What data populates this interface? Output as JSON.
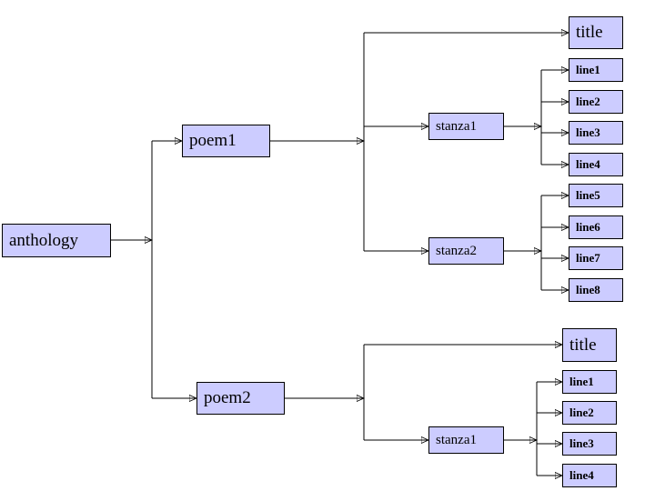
{
  "diagram": {
    "type": "tree",
    "description": "Document tree of an anthology with poems, stanzas and lines",
    "colors": {
      "background": "#ffffff",
      "node_fill": "#ccccff",
      "node_border": "#000000",
      "edge": "#000000"
    },
    "nodes": {
      "anthology": {
        "label": "anthology"
      },
      "poem1": {
        "label": "poem1"
      },
      "poem2": {
        "label": "poem2"
      },
      "p1_title": {
        "label": "title"
      },
      "p1_stanza1": {
        "label": "stanza1"
      },
      "p1_stanza2": {
        "label": "stanza2"
      },
      "p1s1_line1": {
        "label": "line1"
      },
      "p1s1_line2": {
        "label": "line2"
      },
      "p1s1_line3": {
        "label": "line3"
      },
      "p1s1_line4": {
        "label": "line4"
      },
      "p1s2_line5": {
        "label": "line5"
      },
      "p1s2_line6": {
        "label": "line6"
      },
      "p1s2_line7": {
        "label": "line7"
      },
      "p1s2_line8": {
        "label": "line8"
      },
      "p2_title": {
        "label": "title"
      },
      "p2_stanza1": {
        "label": "stanza1"
      },
      "p2s1_line1": {
        "label": "line1"
      },
      "p2s1_line2": {
        "label": "line2"
      },
      "p2s1_line3": {
        "label": "line3"
      },
      "p2s1_line4": {
        "label": "line4"
      }
    },
    "edges": [
      {
        "from": "anthology",
        "to": "poem1"
      },
      {
        "from": "anthology",
        "to": "poem2"
      },
      {
        "from": "poem1",
        "to": "p1_title"
      },
      {
        "from": "poem1",
        "to": "p1_stanza1"
      },
      {
        "from": "poem1",
        "to": "p1_stanza2"
      },
      {
        "from": "p1_stanza1",
        "to": "p1s1_line1"
      },
      {
        "from": "p1_stanza1",
        "to": "p1s1_line2"
      },
      {
        "from": "p1_stanza1",
        "to": "p1s1_line3"
      },
      {
        "from": "p1_stanza1",
        "to": "p1s1_line4"
      },
      {
        "from": "p1_stanza2",
        "to": "p1s2_line5"
      },
      {
        "from": "p1_stanza2",
        "to": "p1s2_line6"
      },
      {
        "from": "p1_stanza2",
        "to": "p1s2_line7"
      },
      {
        "from": "p1_stanza2",
        "to": "p1s2_line8"
      },
      {
        "from": "poem2",
        "to": "p2_title"
      },
      {
        "from": "poem2",
        "to": "p2_stanza1"
      },
      {
        "from": "p2_stanza1",
        "to": "p2s1_line1"
      },
      {
        "from": "p2_stanza1",
        "to": "p2s1_line2"
      },
      {
        "from": "p2_stanza1",
        "to": "p2s1_line3"
      },
      {
        "from": "p2_stanza1",
        "to": "p2s1_line4"
      }
    ]
  }
}
